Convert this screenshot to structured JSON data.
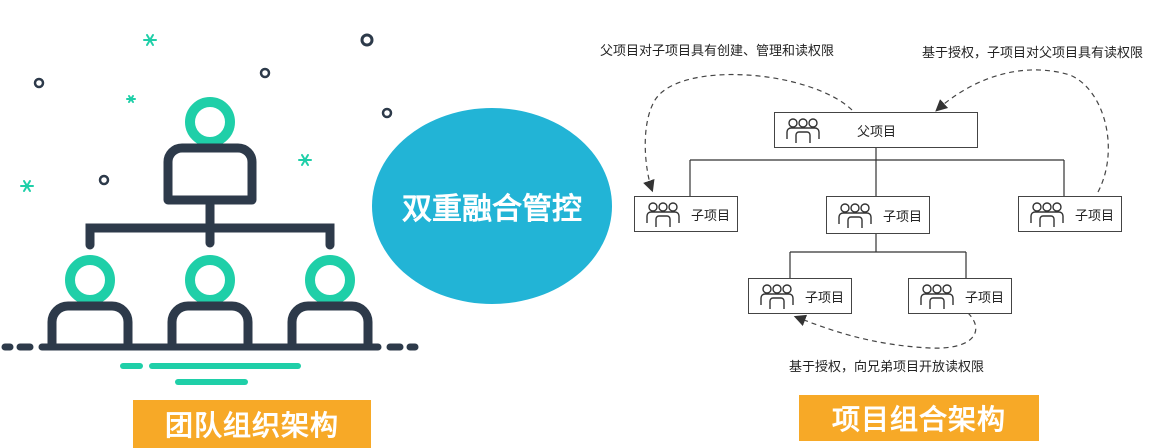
{
  "center_label": "双重融合管控",
  "left_badge": "团队组织架构",
  "right_badge": "项目组合架构",
  "colors": {
    "teal": "#1fcfa8",
    "navy": "#2d3a4a",
    "orange": "#f7a927",
    "blue": "#22b4d6"
  },
  "diagram": {
    "parent": {
      "label": "父项目",
      "icon": "people-group-icon"
    },
    "children": [
      {
        "label": "子项目",
        "icon": "people-group-icon"
      },
      {
        "label": "子项目",
        "icon": "people-group-icon"
      },
      {
        "label": "子项目",
        "icon": "people-group-icon"
      }
    ],
    "grandchildren": [
      {
        "label": "子项目",
        "icon": "people-group-icon"
      },
      {
        "label": "子项目",
        "icon": "people-group-icon"
      }
    ],
    "notes": {
      "top_left": "父项目对子项目具有创建、管理和读权限",
      "top_right": "基于授权，子项目对父项目具有读权限",
      "bottom": "基于授权，向兄弟项目开放读权限"
    }
  }
}
